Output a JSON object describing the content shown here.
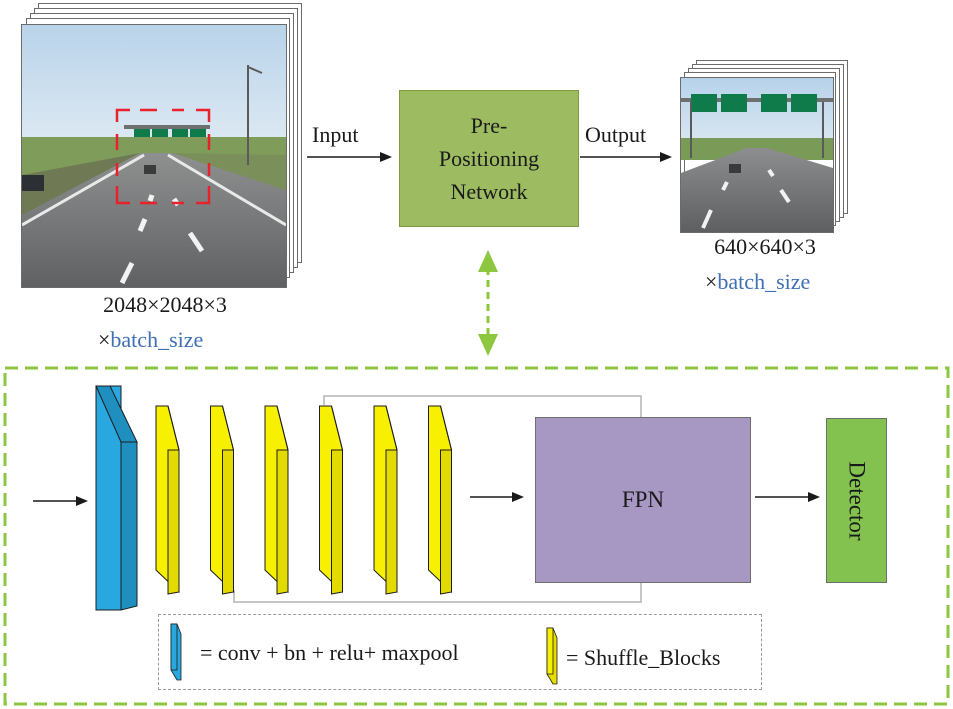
{
  "input_image": {
    "dimension_label": "2048×2048×3",
    "batch_prefix": "×",
    "batch_label": "batch_size"
  },
  "output_image": {
    "dimension_label": "640×640×3",
    "batch_prefix": "×",
    "batch_label": "batch_size"
  },
  "flow": {
    "input_label": "Input",
    "output_label": "Output"
  },
  "preposition_network": {
    "line1": "Pre-",
    "line2": "Positioning",
    "line3": "Network"
  },
  "backbone": {
    "fpn_label": "FPN",
    "detector_label": "Detector",
    "shuffle_block_count": 6
  },
  "legend": {
    "conv_label": "= conv + bn + relu+ maxpool",
    "shuffle_label": "= Shuffle_Blocks"
  },
  "colors": {
    "preposition_fill": "#9dbb61",
    "fpn_fill": "#a797c3",
    "detector_fill": "#84c24f",
    "conv_block_fill": "#29a8e0",
    "shuffle_block_fill": "#f7f000",
    "dashed_border": "#8dc63f",
    "batch_text": "#3f6fb5",
    "detection_box": "#e8212a"
  }
}
